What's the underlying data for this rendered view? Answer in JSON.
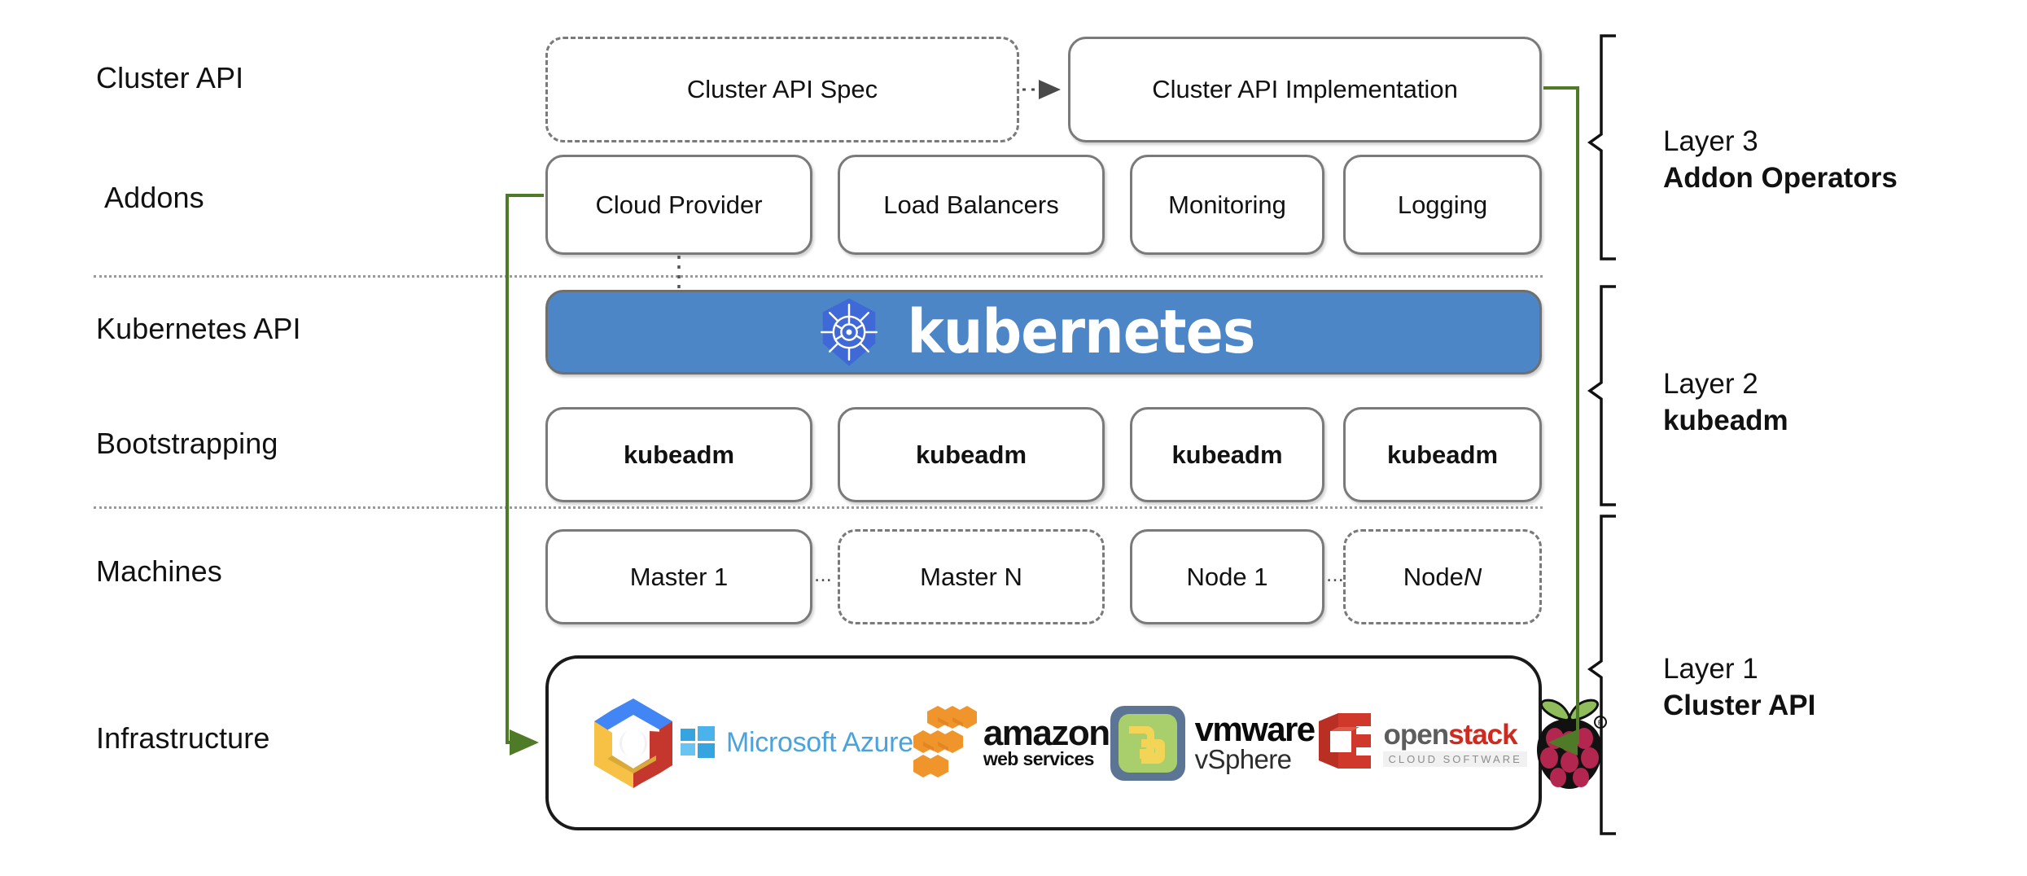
{
  "diagram": {
    "title": "Kubernetes Cluster API layered architecture",
    "accent_green": "#4f7a28",
    "k8s_blue": "#4d86c6",
    "k8s_logo_blue": "#3f69d6"
  },
  "row_labels": [
    {
      "id": "cluster-api",
      "text": "Cluster API"
    },
    {
      "id": "addons",
      "text": "Addons"
    },
    {
      "id": "kubernetes-api",
      "text": "Kubernetes API"
    },
    {
      "id": "bootstrapping",
      "text": "Bootstrapping"
    },
    {
      "id": "machines",
      "text": "Machines"
    },
    {
      "id": "infrastructure",
      "text": "Infrastructure"
    }
  ],
  "cluster_api_row": {
    "spec": {
      "label": "Cluster API Spec",
      "style": "dashed"
    },
    "implementation": {
      "label": "Cluster API Implementation",
      "style": "solid"
    },
    "connector": "dotted-arrow-right"
  },
  "addons_row": [
    {
      "label": "Cloud Provider",
      "style": "solid"
    },
    {
      "label": "Load Balancers",
      "style": "solid"
    },
    {
      "label": "Monitoring",
      "style": "solid"
    },
    {
      "label": "Logging",
      "style": "solid"
    }
  ],
  "kubernetes_banner": {
    "wordmark": "kubernetes",
    "icon": "kubernetes-helm-wheel-icon"
  },
  "bootstrapping_row": [
    {
      "label": "kubeadm",
      "style": "solid",
      "bold": true
    },
    {
      "label": "kubeadm",
      "style": "solid",
      "bold": true
    },
    {
      "label": "kubeadm",
      "style": "solid",
      "bold": true
    },
    {
      "label": "kubeadm",
      "style": "solid",
      "bold": true
    }
  ],
  "machines_row": [
    {
      "label": "Master 1",
      "style": "solid"
    },
    {
      "label": "Master N",
      "style": "dashed"
    },
    {
      "label": "Node 1",
      "style": "solid"
    },
    {
      "label": "Node N",
      "style": "dashed",
      "italic_suffix": "N",
      "prefix": "Node "
    }
  ],
  "machines_ellipses": [
    "...",
    "..."
  ],
  "infrastructure_logos": [
    {
      "name": "google-cloud-platform-logo",
      "text": ""
    },
    {
      "name": "microsoft-azure-logo",
      "text": "Microsoft Azure"
    },
    {
      "name": "amazon-web-services-logo",
      "text": "amazon",
      "subtext": "web services"
    },
    {
      "name": "vmware-vsphere-logo",
      "text": "vmware",
      "subtext": "vSphere"
    },
    {
      "name": "openstack-logo",
      "text": "open",
      "text2": "stack",
      "subtext": "CLOUD SOFTWARE"
    },
    {
      "name": "raspberry-pi-logo",
      "text": ""
    }
  ],
  "layer_brackets": [
    {
      "id": "layer-3",
      "title": "Layer 3",
      "subtitle": "Addon Operators"
    },
    {
      "id": "layer-2",
      "title": "Layer 2",
      "subtitle": "kubeadm"
    },
    {
      "id": "layer-1",
      "title": "Layer 1",
      "subtitle": "Cluster API"
    }
  ]
}
